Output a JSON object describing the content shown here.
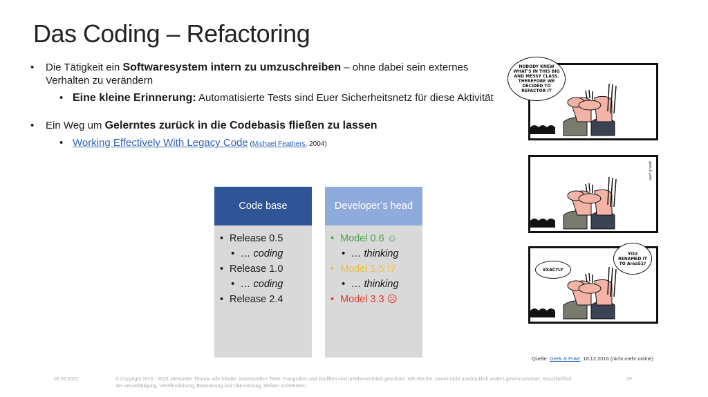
{
  "slide": {
    "title": "Das Coding – Refactoring",
    "bullets": [
      {
        "pre": "Die Tätigkeit ein ",
        "bold": "Softwaresystem intern zu umzuschreiben",
        "post": " – ohne dabei sein externes Verhalten zu verändern",
        "sub": {
          "bold": "Eine kleine Erinnerung:",
          "text": " Automatisierte Tests sind Euer Sicherheitsnetz für diese Aktivität"
        }
      },
      {
        "pre": "Ein Weg um ",
        "bold": "Gelerntes zurück in die Codebasis fließen zu lassen",
        "sub": {
          "link": "Working Effectively With Legacy Code",
          "paren_open": " (",
          "author_link": "Michael Feathers",
          "year": ", 2004)"
        }
      }
    ]
  },
  "boxes": {
    "codebase": {
      "header": "Code base",
      "header_color": "#2f5597",
      "items": [
        "Release 0.5",
        "… coding",
        "Release 1.0",
        "… coding",
        "Release 2.4"
      ]
    },
    "developer": {
      "header": "Developer’s head",
      "header_color": "#8faadc",
      "items": [
        "Model 0.6 ☺",
        "… thinking",
        "Model 1.5 !?",
        "… thinking",
        "Model 3.3 ☹"
      ],
      "colors": {
        "green": "#4ea24e",
        "yellow": "#f2c037",
        "red": "#e03a2f"
      }
    }
  },
  "comic": {
    "panel1_text": "NOBODY KNEW WHAT'S IN THIS BIG AND MESSY CLASS. THEREFORE WE DECIDED TO REFACTOR IT",
    "panel2_signature": "geek & poke",
    "panel3_left": "EXACTLY",
    "panel3_right": "YOU RENAMED IT TO Area51?",
    "source_label": "Quelle: ",
    "source_link": "Geek & Poke",
    "source_rest": ", 16.12.2016 (nicht mehr online)"
  },
  "footer": {
    "date": "09.09.2025",
    "copyright": "© Copyright 2016 - 2025, Alexander Thurow. Alle Inhalte, insbesondere Texte, Fotografien und Grafiken sind urheberrechtlich geschützt. Alle Rechte, soweit nicht ausdrücklich anders gekennzeichnet, einschließlich der Vervielfältigung, Veröffentlichung, Bearbeitung und Übersetzung, bleiben vorbehalten.",
    "page": "29"
  }
}
